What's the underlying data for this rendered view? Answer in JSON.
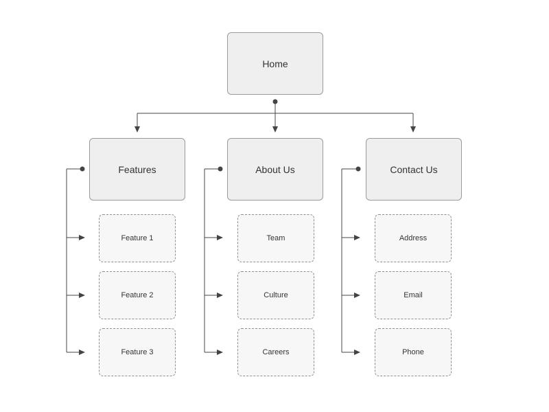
{
  "diagram": {
    "root": {
      "label": "Home"
    },
    "sections": [
      {
        "label": "Features",
        "children": [
          "Feature 1",
          "Feature 2",
          "Feature 3"
        ]
      },
      {
        "label": "About Us",
        "children": [
          "Team",
          "Culture",
          "Careers"
        ]
      },
      {
        "label": "Contact Us",
        "children": [
          "Address",
          "Email",
          "Phone"
        ]
      }
    ]
  },
  "colors": {
    "connector": "#444444",
    "primary_fill": "#efefef",
    "primary_border": "#9a9a9a",
    "child_fill": "#f7f7f7",
    "child_border": "#8f8f8f",
    "text": "#333333"
  }
}
